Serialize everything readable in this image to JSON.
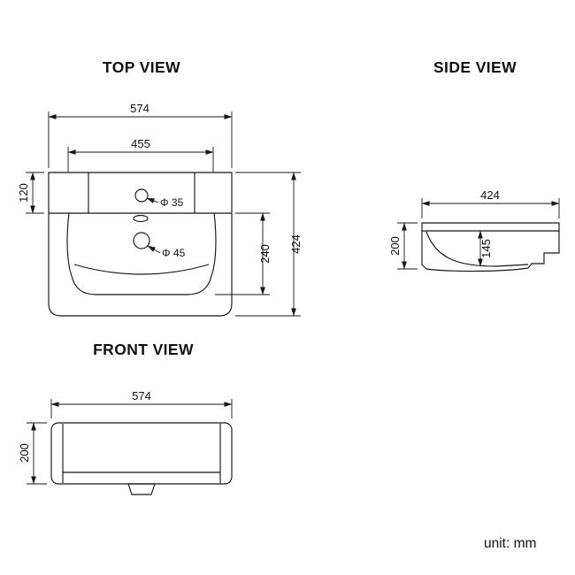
{
  "top_view": {
    "title": "TOP VIEW",
    "dim_width_outer": "574",
    "dim_width_inner": "455",
    "dim_back_depth": "120",
    "dim_bowl_depth": "240",
    "dim_total_depth": "424",
    "label_faucet_hole": "Φ 35",
    "label_drain_hole": "Φ 45"
  },
  "side_view": {
    "title": "SIDE VIEW",
    "dim_depth": "424",
    "dim_height": "200",
    "dim_inner_depth": "145"
  },
  "front_view": {
    "title": "FRONT VIEW",
    "dim_width": "574",
    "dim_height": "200"
  },
  "footer": {
    "unit_label": "unit: mm"
  }
}
